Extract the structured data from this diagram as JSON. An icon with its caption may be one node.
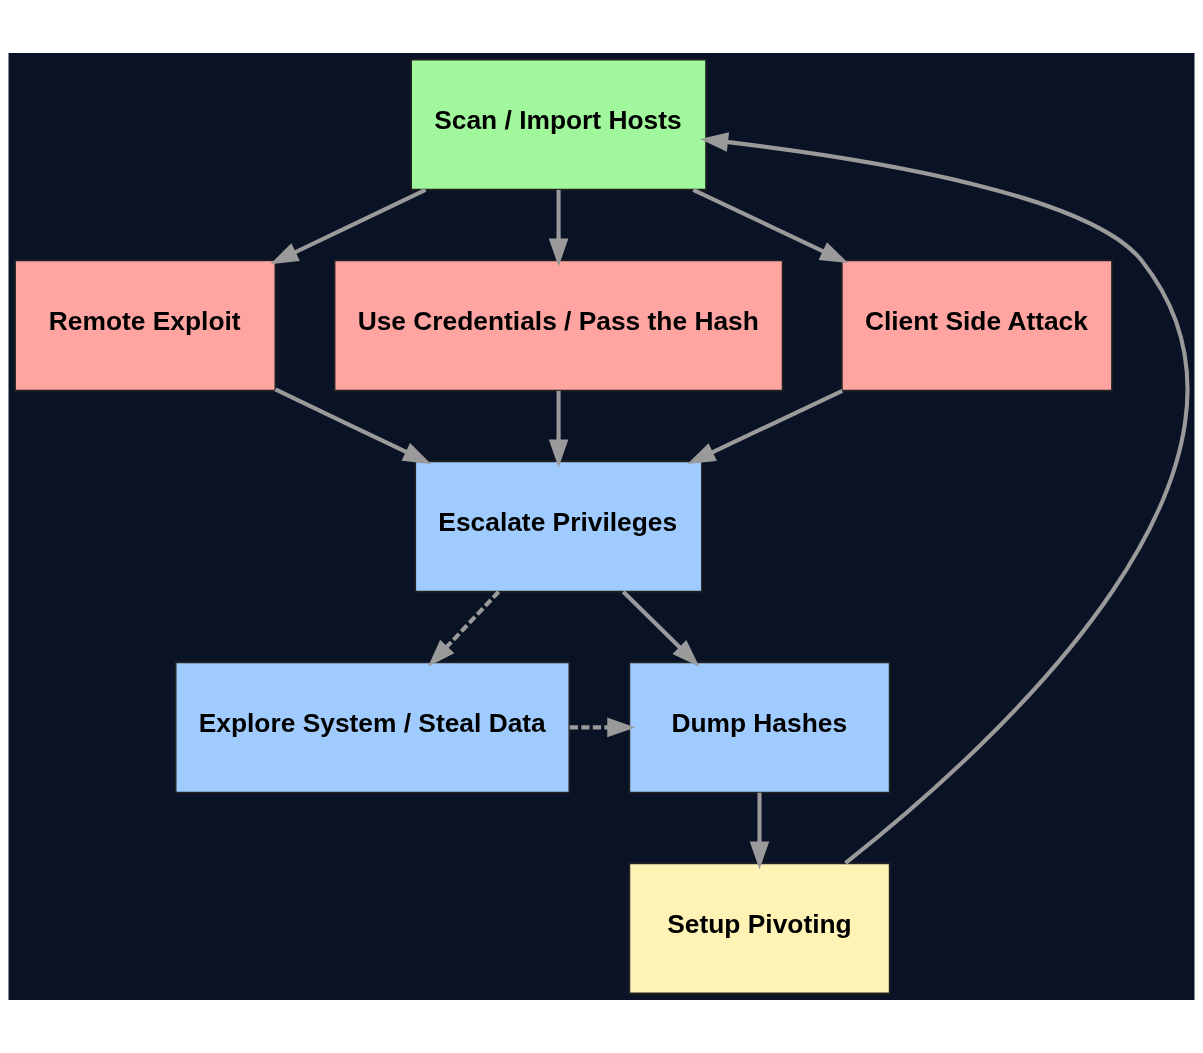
{
  "diagram": {
    "nodes": [
      {
        "text": [
          "Scan / Import Hosts"
        ]
      },
      {
        "text": [
          "Remote Exploit"
        ]
      },
      {
        "text": [
          "Use Credentials / Pass the Hash"
        ]
      },
      {
        "text": [
          "Client Side Attack"
        ]
      },
      {
        "text": [
          "Escalate Privileges"
        ]
      },
      {
        "text": [
          "Dump Hashes"
        ]
      },
      {
        "text": [
          "Explore System / Steal Data"
        ]
      },
      {
        "text": [
          "Setup Pivoting"
        ]
      }
    ],
    "edges": [
      {
        "from": 0,
        "to": 1,
        "arrow": "to"
      },
      {
        "from": 0,
        "to": 2,
        "arrow": "to"
      },
      {
        "from": 0,
        "to": 3,
        "arrow": "to"
      },
      {
        "from": 1,
        "to": 4,
        "arrow": "to"
      },
      {
        "from": 2,
        "to": 4,
        "arrow": "to"
      },
      {
        "from": 3,
        "to": 4,
        "arrow": "to"
      },
      {
        "from": 4,
        "to": 5,
        "arrow": "to"
      },
      {
        "from": 4,
        "to": 6,
        "arrow": "to",
        "style": "dashed"
      },
      {
        "from": 6,
        "to": 5,
        "arrow": "to",
        "style": "dashed"
      },
      {
        "from": 5,
        "to": 7,
        "arrow": "to"
      },
      {
        "from": 7,
        "to": 0,
        "arrow": "to"
      }
    ]
  }
}
